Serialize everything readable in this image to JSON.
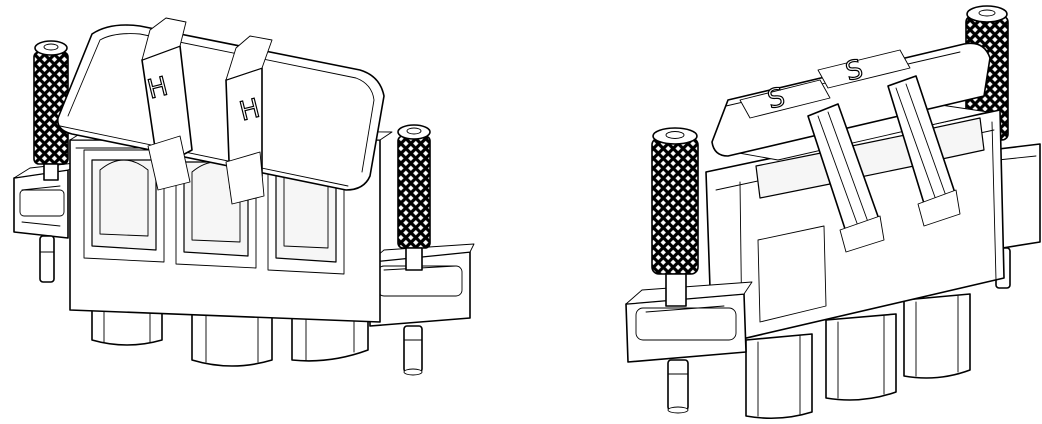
{
  "figure": {
    "views": [
      {
        "id": "front-view",
        "cover_marks": [
          "H",
          "H"
        ]
      },
      {
        "id": "rear-view",
        "cover_marks": [
          "S",
          "S"
        ]
      }
    ],
    "colors": {
      "line": "#000000",
      "background": "#ffffff"
    }
  }
}
